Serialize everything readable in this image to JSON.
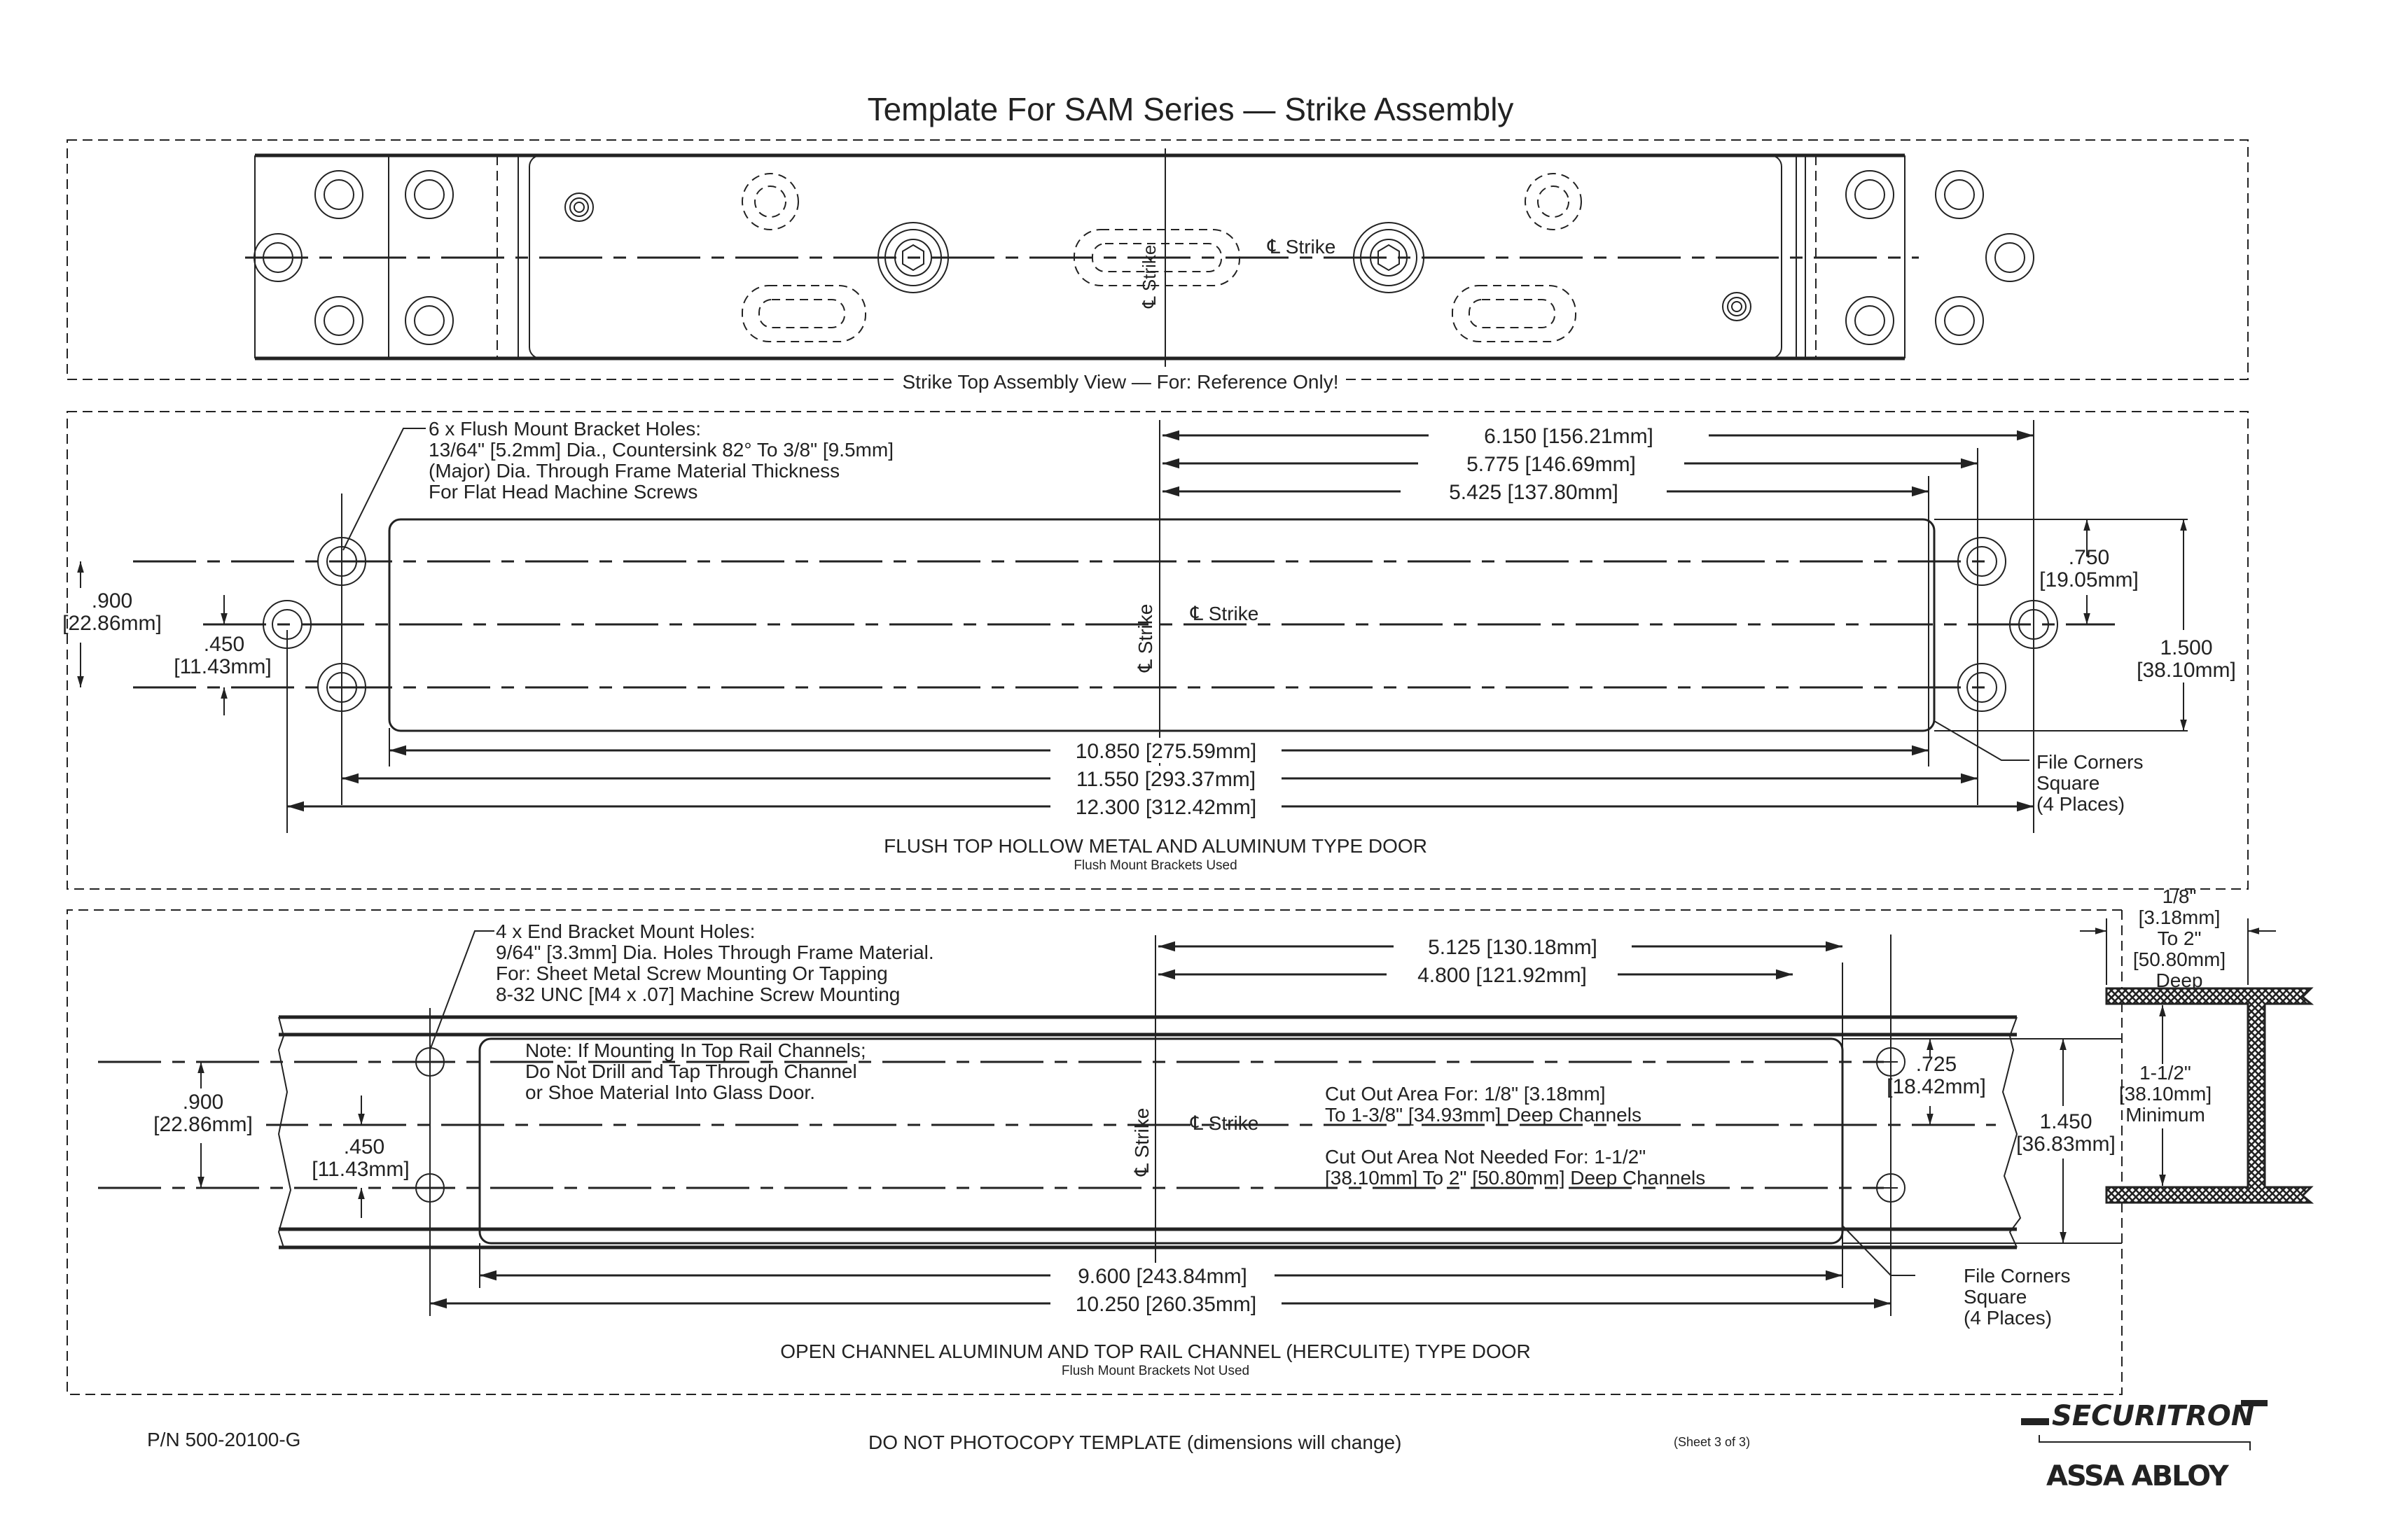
{
  "title": "Template For SAM Series — Strike Assembly",
  "centerline_label": "℄ Strike",
  "top_view": {
    "caption": "Strike Top Assembly View — For: Reference Only!"
  },
  "flush_section": {
    "callout_lines": [
      "6 x Flush Mount Bracket Holes:",
      "13/64\" [5.2mm] Dia., Countersink 82° To 3/8\" [9.5mm]",
      "(Major) Dia. Through Frame Material Thickness",
      "For Flat Head Machine Screws"
    ],
    "dims_top": [
      "6.150 [156.21mm]",
      "5.775 [146.69mm]",
      "5.425 [137.80mm]"
    ],
    "dims_bottom": [
      "10.850 [275.59mm]",
      "11.550 [293.37mm]",
      "12.300 [312.42mm]"
    ],
    "left_dims": {
      "outer_a": ".900",
      "outer_b": "[22.86mm]",
      "inner_a": ".450",
      "inner_b": "[11.43mm]"
    },
    "right_dims": {
      "small_a": ".750",
      "small_b": "[19.05mm]",
      "large_a": "1.500",
      "large_b": "[38.10mm]"
    },
    "file_corners": [
      "File Corners",
      "Square",
      "(4 Places)"
    ],
    "heading": "FLUSH TOP HOLLOW METAL AND ALUMINUM TYPE DOOR",
    "subheading": "Flush Mount Brackets Used"
  },
  "channel_section": {
    "callout_lines": [
      "4 x End Bracket Mount Holes:",
      "9/64\" [3.3mm] Dia. Holes Through Frame Material.",
      "For: Sheet Metal Screw Mounting Or Tapping",
      "8-32 UNC [M4 x .07] Machine Screw Mounting"
    ],
    "note_lines": [
      "Note: If Mounting In Top Rail Channels;",
      "Do Not Drill and Tap Through Channel",
      "or Shoe Material Into Glass Door."
    ],
    "cutout_lines": [
      "Cut Out Area For: 1/8\" [3.18mm]",
      "To 1-3/8\" [34.93mm] Deep Channels"
    ],
    "no_cutout_lines": [
      "Cut Out Area Not Needed For: 1-1/2\"",
      "[38.10mm] To 2\" [50.80mm] Deep Channels"
    ],
    "dims_top": [
      "5.125 [130.18mm]",
      "4.800 [121.92mm]"
    ],
    "dims_bottom": [
      "9.600 [243.84mm]",
      "10.250 [260.35mm]"
    ],
    "left_dims": {
      "outer_a": ".900",
      "outer_b": "[22.86mm]",
      "inner_a": ".450",
      "inner_b": "[11.43mm]"
    },
    "right_dims": {
      "small_a": ".725",
      "small_b": "[18.42mm]",
      "large_a": "1.450",
      "large_b": "[36.83mm]"
    },
    "file_corners": [
      "File Corners",
      "Square",
      "(4 Places)"
    ],
    "heading": "OPEN CHANNEL ALUMINUM AND TOP RAIL CHANNEL (HERCULITE) TYPE DOOR",
    "subheading": "Flush Mount Brackets Not Used"
  },
  "channel_profile": {
    "depth_lines": [
      "1/8\"",
      "[3.18mm]",
      "To 2\"",
      "[50.80mm]",
      "Deep"
    ],
    "width_lines": [
      "1-1/2\"",
      "[38.10mm]",
      "Minimum"
    ]
  },
  "footer": {
    "part_number": "P/N 500-20100-G",
    "warning": "DO NOT PHOTOCOPY TEMPLATE (dimensions will change)",
    "sheet": "(Sheet 3 of 3)",
    "brand": "SECURITRON",
    "parent_brand": "ASSA ABLOY"
  }
}
